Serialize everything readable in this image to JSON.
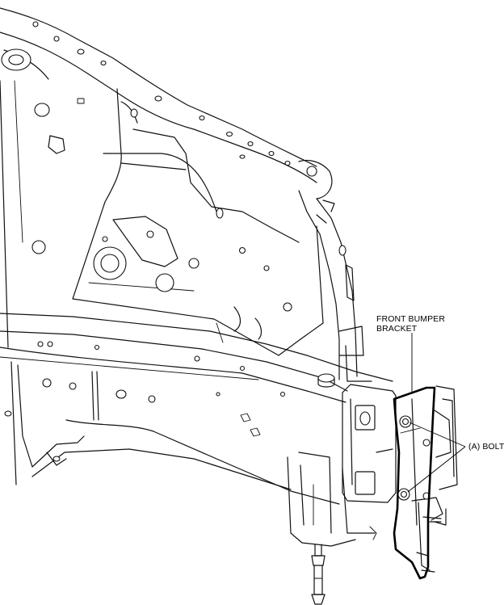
{
  "labels": {
    "bracket_line1": "FRONT BUMPER",
    "bracket_line2": "BRACKET",
    "bolt": "(A) BOLT"
  }
}
